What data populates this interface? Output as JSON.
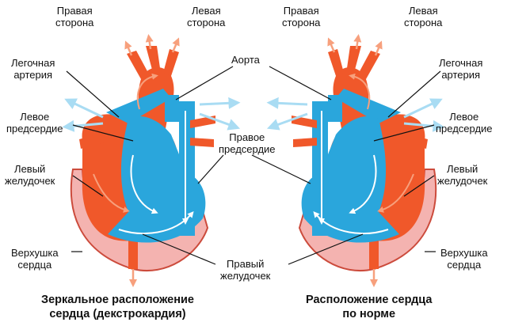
{
  "labels": {
    "right_side": "Правая\nсторона",
    "left_side": "Левая\nсторона",
    "aorta": "Аорта",
    "pulmonary_artery": "Легочная\nартерия",
    "left_atrium": "Левое\nпредсердие",
    "right_atrium": "Правое\nпредсердие",
    "left_ventricle": "Левый\nжелудочек",
    "apex": "Верхушка\nсердца",
    "right_ventricle": "Правый\nжелудочек"
  },
  "captions": {
    "mirror": "Зеркальное расположение\nсердца (декстрокардия)",
    "normal": "Расположение сердца\nпо норме"
  },
  "colors": {
    "oxygenated": "#f0582a",
    "deoxygenated": "#2aa6dc",
    "pericardium": "#f4b3b0",
    "arrow": "#a9dcf3"
  }
}
